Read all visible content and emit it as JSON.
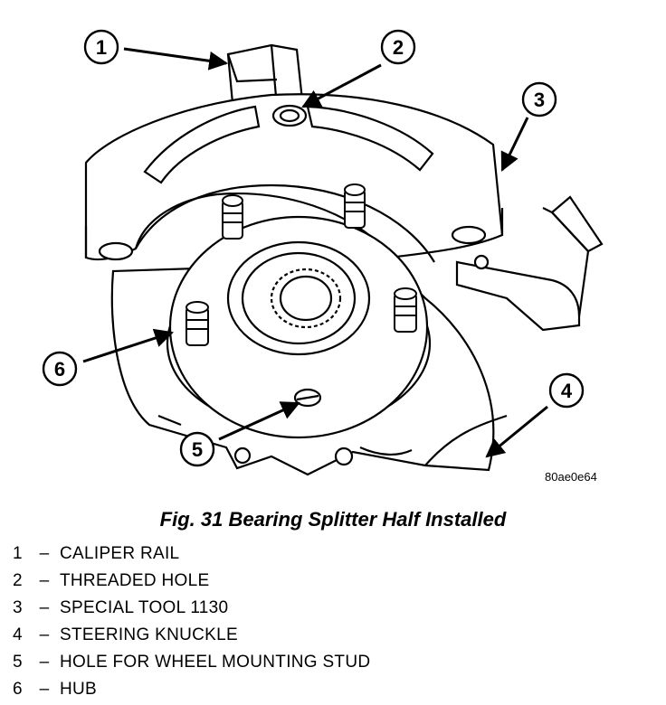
{
  "figure": {
    "reference_code": "80ae0e64",
    "caption": "Fig. 31 Bearing Splitter Half Installed"
  },
  "callouts": [
    "1",
    "2",
    "3",
    "4",
    "5",
    "6"
  ],
  "legend": [
    {
      "number": "1",
      "dash": "–",
      "label": "CALIPER RAIL"
    },
    {
      "number": "2",
      "dash": "–",
      "label": "THREADED HOLE"
    },
    {
      "number": "3",
      "dash": "–",
      "label": "SPECIAL TOOL 1130"
    },
    {
      "number": "4",
      "dash": "–",
      "label": "STEERING KNUCKLE"
    },
    {
      "number": "5",
      "dash": "–",
      "label": "HOLE FOR WHEEL MOUNTING STUD"
    },
    {
      "number": "6",
      "dash": "–",
      "label": "HUB"
    }
  ]
}
